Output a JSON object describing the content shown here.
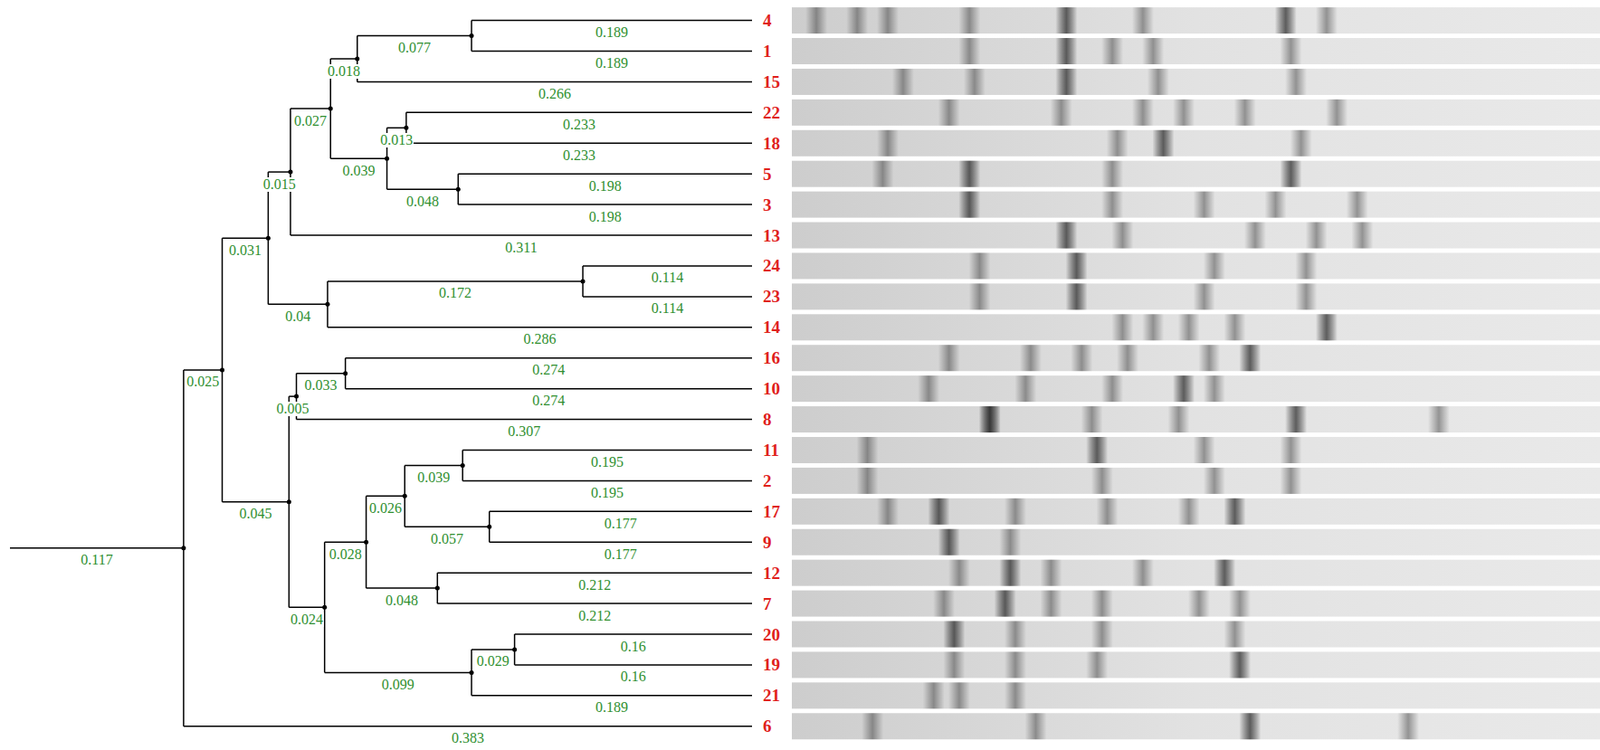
{
  "diagram": {
    "labels": [
      "4",
      "1",
      "15",
      "22",
      "18",
      "5",
      "3",
      "13",
      "24",
      "23",
      "14",
      "16",
      "10",
      "8",
      "11",
      "2",
      "17",
      "9",
      "12",
      "7",
      "20",
      "19",
      "21",
      "6",
      "0.117",
      "0.025",
      "0.031",
      "0.015",
      "0.027",
      "0.018",
      "0.077",
      "0.189",
      "0.189",
      "0.266",
      "0.039",
      "0.013",
      "0.233",
      "0.233",
      "0.048",
      "0.198",
      "0.198",
      "0.311",
      "0.04",
      "0.172",
      "0.114",
      "0.114",
      "0.286",
      "0.045",
      "0.005",
      "0.033",
      "0.274",
      "0.274",
      "0.307",
      "0.024",
      "0.028",
      "0.026",
      "0.039",
      "0.195",
      "0.195",
      "0.057",
      "0.177",
      "0.177",
      "0.048",
      "0.212",
      "0.212",
      "0.099",
      "0.029",
      "0.16",
      "0.16",
      "0.189",
      "0.383"
    ]
  }
}
